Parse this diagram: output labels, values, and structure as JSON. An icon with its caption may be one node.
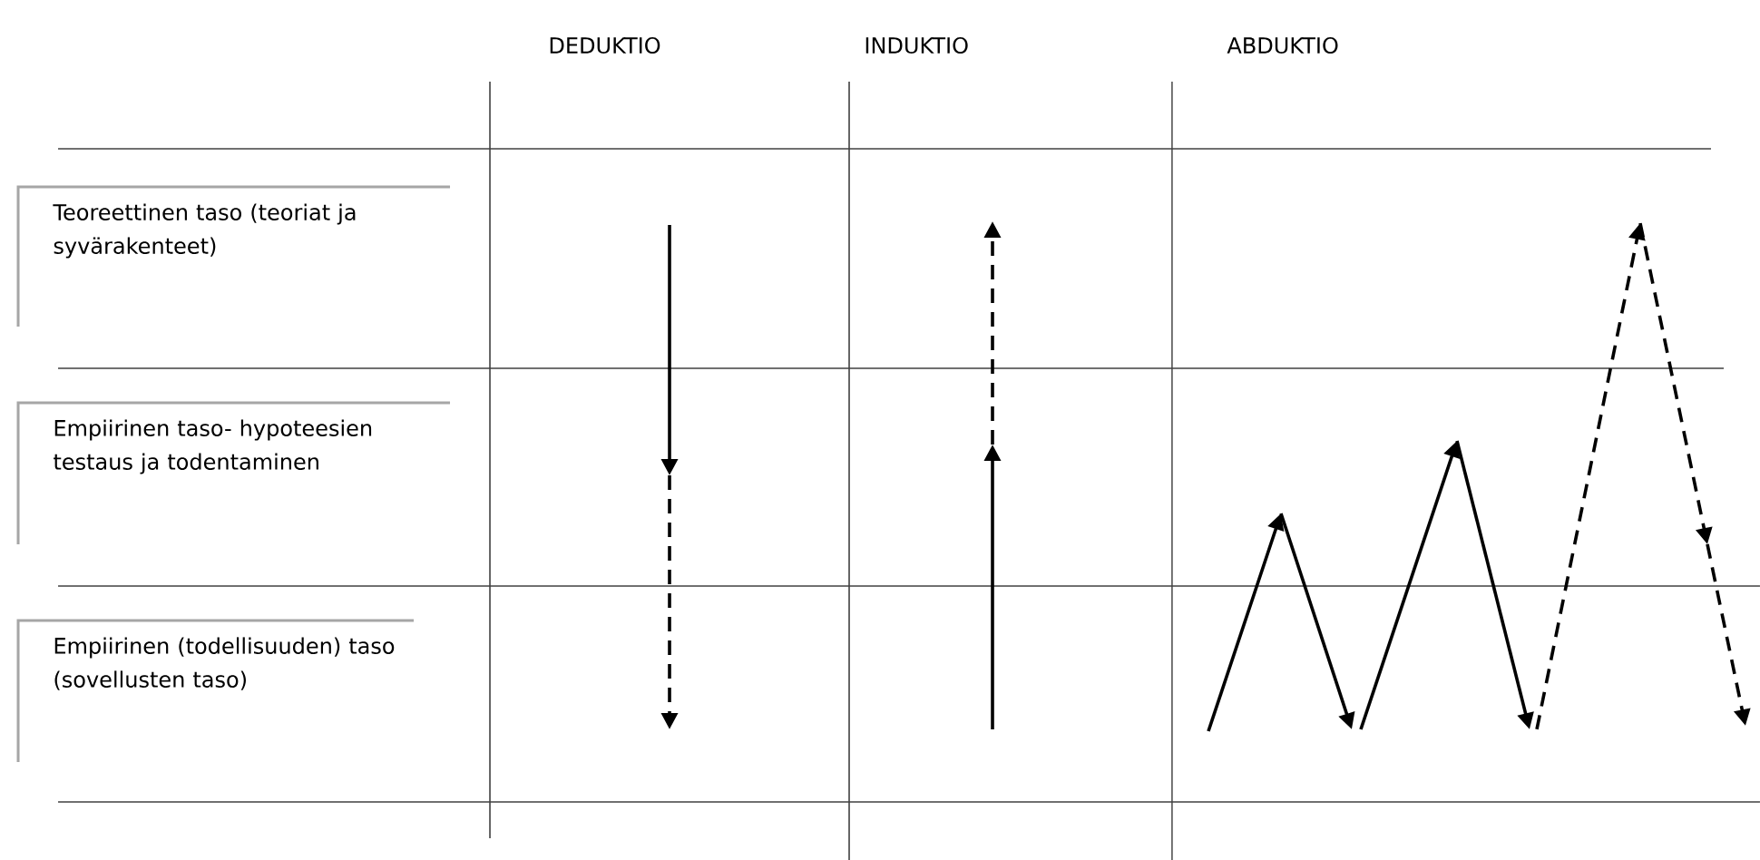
{
  "diagram": {
    "nodes": [
      {
        "text": [
          "Teoreettinen taso (teoriat ja syvärakenteet)"
        ]
      },
      {
        "text": [
          "Empiirinen taso- hypoteesien testaus ja todentaminen"
        ]
      },
      {
        "text": [
          "Empiirinen (todellisuuden) taso (sovellusten taso)"
        ]
      }
    ],
    "labels": [
      "DEDUKTIO",
      "INDUKTIO",
      "ABDUKTIO"
    ]
  }
}
